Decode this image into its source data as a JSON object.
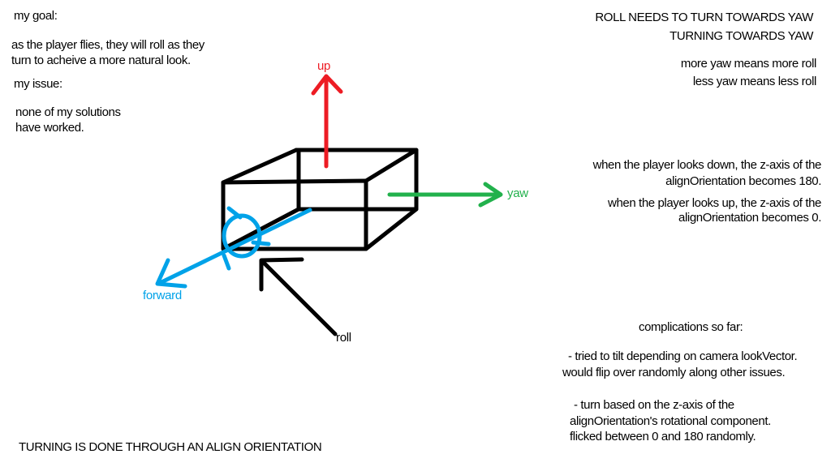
{
  "canvas": {
    "bg": "#ffffff"
  },
  "colors": {
    "black": "#000000",
    "red": "#ed1c24",
    "green": "#22b14c",
    "blue": "#00a2e8"
  },
  "notes_left": {
    "goal_heading": "my goal:",
    "goal_line1": "as the player flies, they will roll as they",
    "goal_line2": "turn to acheive a more natural look.",
    "issue_heading": "my issue:",
    "issue_line1": "none of my solutions",
    "issue_line2": "have worked."
  },
  "notes_top_right": {
    "caps_line1": "ROLL NEEDS TO TURN TOWARDS YAW",
    "caps_line2": "TURNING TOWARDS YAW",
    "more_line": "more yaw means more roll",
    "less_line": "less yaw means less roll"
  },
  "notes_mid_right": {
    "down_line1": "when the player looks down, the z-axis of the",
    "down_line2": "alignOrientation becomes 180.",
    "up_line1": "when the player looks up, the z-axis of the",
    "up_line2": "alignOrientation becomes 0."
  },
  "notes_bottom_right": {
    "heading": "complications so far:",
    "item1_line1": "- tried to tilt depending on camera lookVector.",
    "item1_line2": "would flip over randomly along other issues.",
    "item2_line1": "- turn based on the z-axis of the",
    "item2_line2": "alignOrientation's rotational component.",
    "item2_line3": "flicked between 0 and 180 randomly."
  },
  "caption_bottom": "TURNING IS DONE THROUGH AN ALIGN ORIENTATION",
  "diagram": {
    "up": {
      "text": "up",
      "color": "#ed1c24"
    },
    "yaw": {
      "text": "yaw",
      "color": "#22b14c"
    },
    "forward": {
      "text": "forward",
      "color": "#00a2e8"
    },
    "roll": {
      "text": "roll",
      "color": "#000000"
    }
  }
}
